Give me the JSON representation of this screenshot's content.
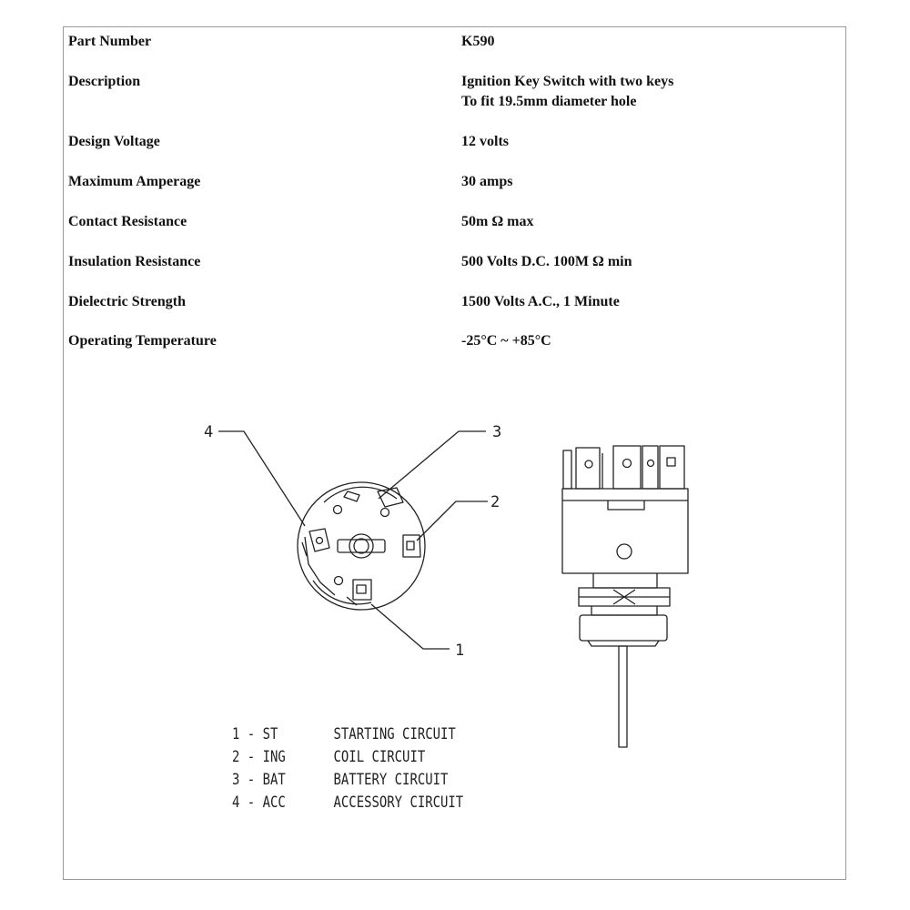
{
  "specs": [
    {
      "label": "Part Number",
      "value": [
        "K590"
      ]
    },
    {
      "label": "Description",
      "value": [
        "Ignition Key Switch with two keys",
        "To fit 19.5mm diameter hole"
      ]
    },
    {
      "label": "Design Voltage",
      "value": [
        "12 volts"
      ]
    },
    {
      "label": "Maximum Amperage",
      "value": [
        "30 amps"
      ]
    },
    {
      "label": "Contact Resistance",
      "value": [
        "50m Ω max"
      ]
    },
    {
      "label": "Insulation Resistance",
      "value": [
        "500 Volts D.C. 100M Ω min"
      ]
    },
    {
      "label": "Dielectric Strength",
      "value": [
        "1500 Volts A.C., 1 Minute"
      ]
    },
    {
      "label": "Operating Temperature",
      "value": [
        "-25°C  ~  +85°C"
      ]
    }
  ],
  "diagram": {
    "callouts": [
      "1",
      "2",
      "3",
      "4"
    ]
  },
  "legend": [
    {
      "code": "1 - ST",
      "name": "STARTING CIRCUIT"
    },
    {
      "code": "2 - ING",
      "name": "COIL CIRCUIT"
    },
    {
      "code": "3 - BAT",
      "name": "BATTERY CIRCUIT"
    },
    {
      "code": "4 - ACC",
      "name": "ACCESSORY CIRCUIT"
    }
  ]
}
